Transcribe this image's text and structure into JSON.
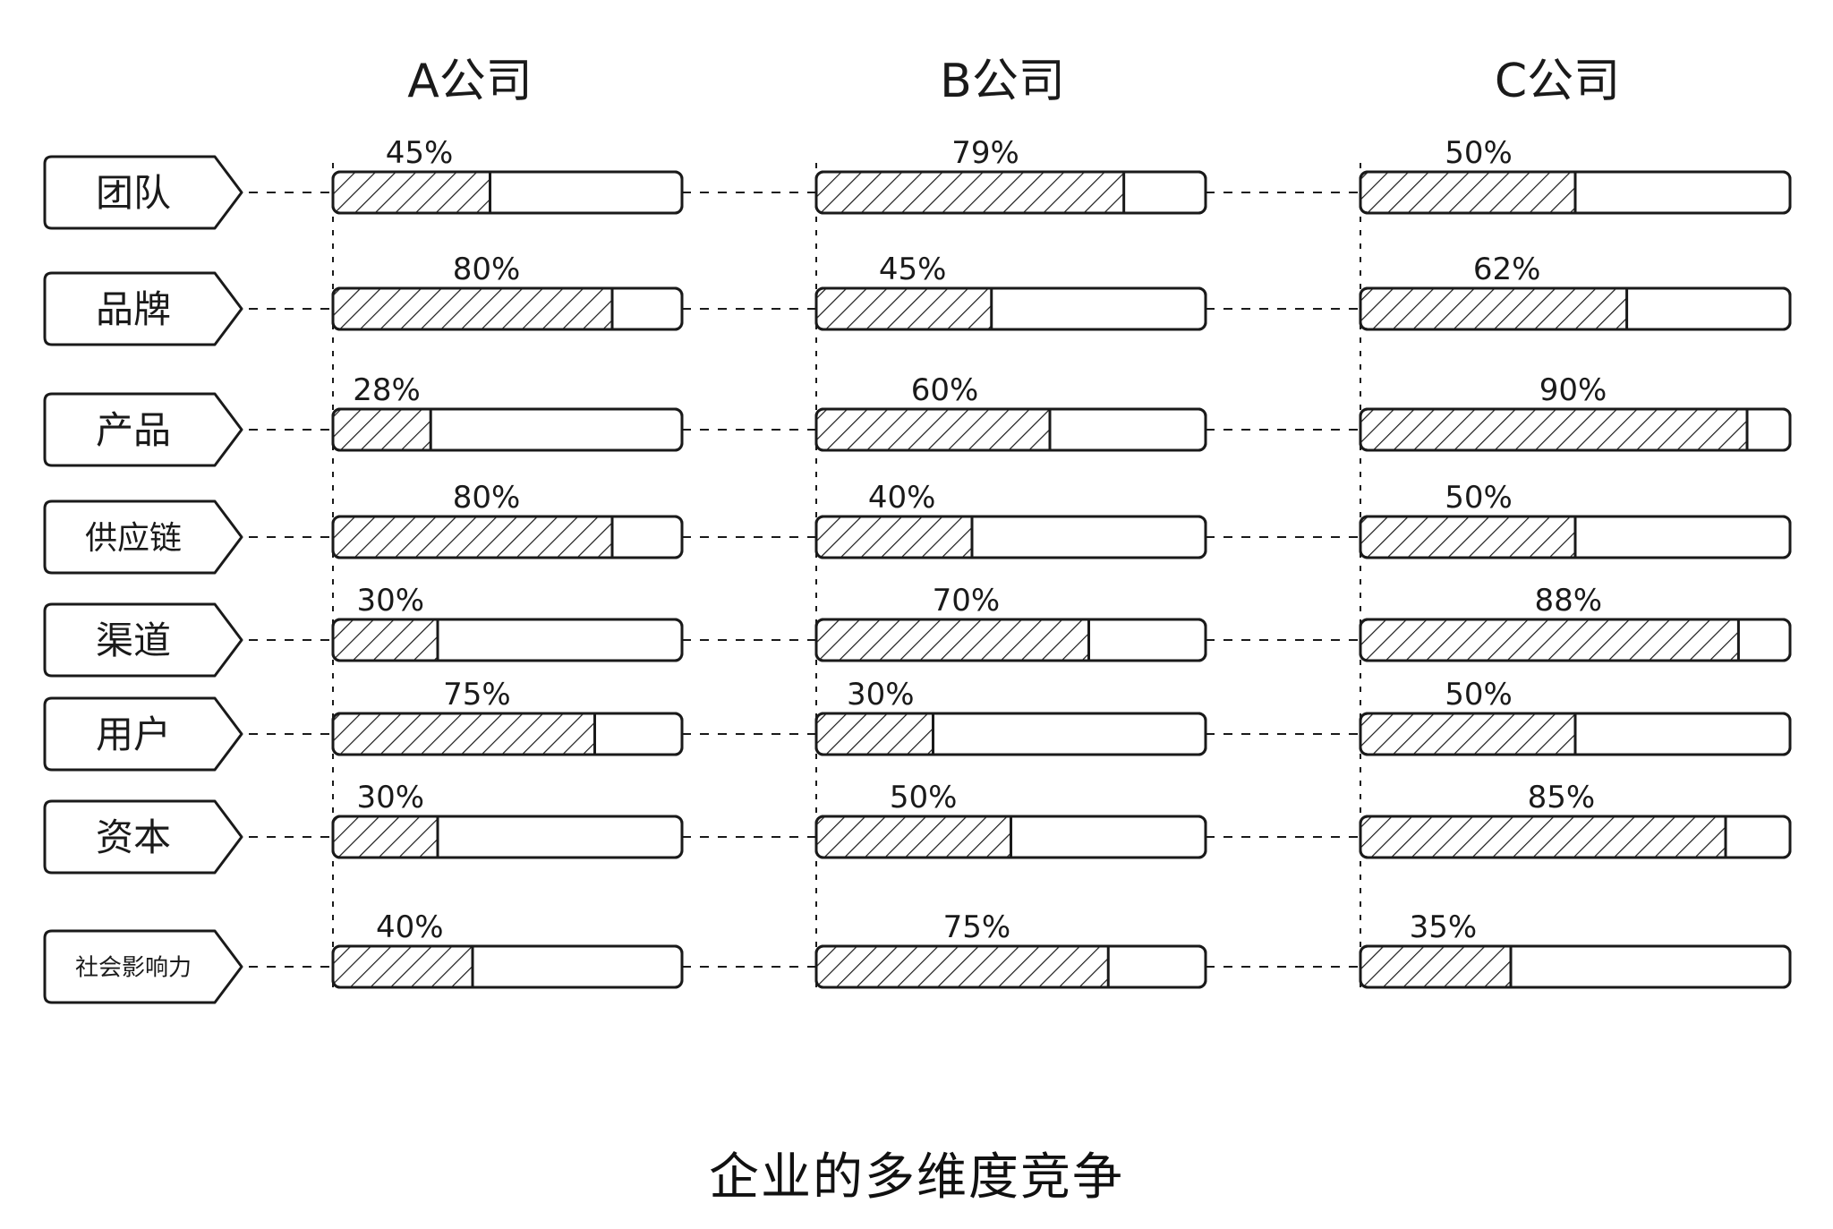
{
  "chart_data": {
    "type": "bar",
    "title": "企业的多维度竞争",
    "categories": [
      "团队",
      "品牌",
      "产品",
      "供应链",
      "渠道",
      "用户",
      "资本",
      "社会影响力"
    ],
    "ylim": [
      0,
      100
    ],
    "series": [
      {
        "name": "A公司",
        "values": [
          45,
          80,
          28,
          80,
          30,
          75,
          30,
          40
        ],
        "labels": [
          "45%",
          "80%",
          "28%",
          "80%",
          "30%",
          "75%",
          "30%",
          "40%"
        ]
      },
      {
        "name": "B公司",
        "values": [
          79,
          45,
          60,
          40,
          70,
          30,
          50,
          75
        ],
        "labels": [
          "79%",
          "45%",
          "60%",
          "40%",
          "70%",
          "30%",
          "50%",
          "75%"
        ]
      },
      {
        "name": "C公司",
        "values": [
          50,
          62,
          90,
          50,
          88,
          50,
          85,
          35
        ],
        "labels": [
          "50%",
          "62%",
          "90%",
          "50%",
          "88%",
          "50%",
          "85%",
          "35%"
        ]
      }
    ]
  },
  "colors": {
    "ink": "#1a1a1a",
    "background": "#ffffff"
  }
}
